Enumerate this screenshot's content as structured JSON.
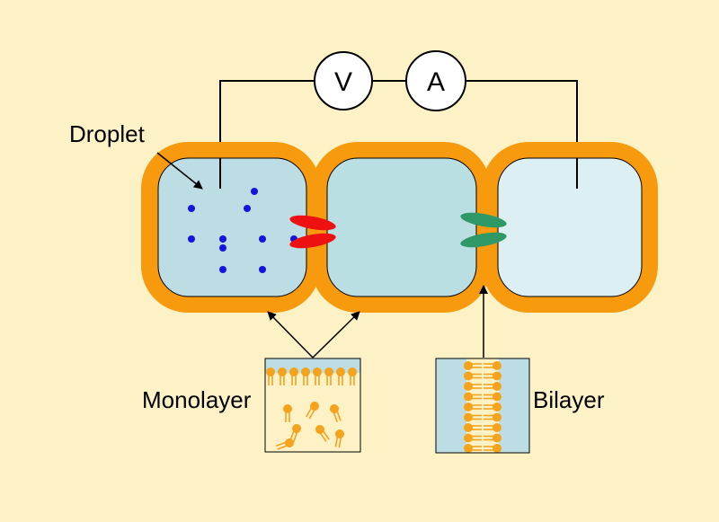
{
  "labels": {
    "droplet": "Droplet",
    "monolayer": "Monolayer",
    "bilayer": "Bilayer"
  },
  "meters": {
    "voltmeter": "V",
    "ammeter": "A"
  },
  "colors": {
    "background": "#fdf2c6",
    "lipid_shell": "#f79a0e",
    "droplet_left": "#bbdde3",
    "droplet_middle": "#b9dfe3",
    "droplet_right": "#dcf0f3",
    "ions": "#1414e0",
    "pore_red": "#ee1111",
    "pore_green": "#2e9966",
    "lipid": "#f5a21c"
  },
  "icons": {
    "voltmeter": "voltmeter-circle",
    "ammeter": "ammeter-circle",
    "ion": "ion-dot",
    "red_pore": "red-pore-protein",
    "green_pore": "green-pore-protein",
    "lipid": "lipid-molecule"
  }
}
